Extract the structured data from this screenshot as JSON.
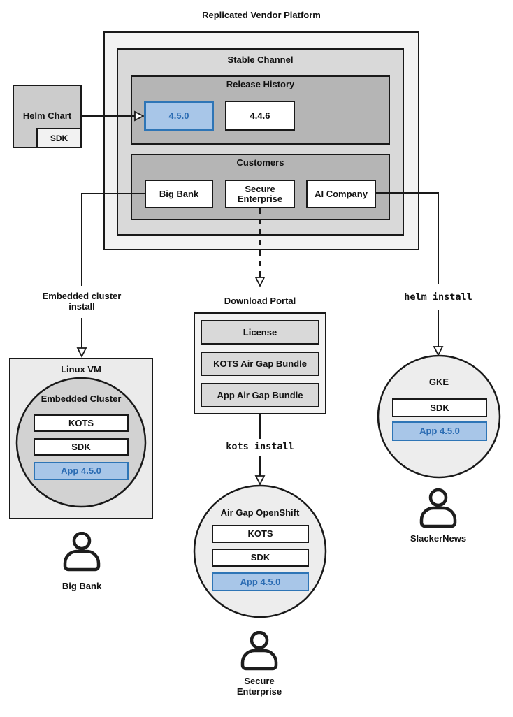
{
  "title": "Replicated Vendor Platform",
  "colors": {
    "accent_fill": "#a8c6e8",
    "accent_border": "#2e75b6",
    "accent_text": "#2b6cb3",
    "container_light": "#f2f2f2",
    "container_mid": "#d9d9d9",
    "container_dark": "#b5b5b5"
  },
  "platform": {
    "stable_channel_label": "Stable Channel",
    "release_history": {
      "label": "Release History",
      "releases": [
        {
          "version": "4.5.0",
          "highlight": true
        },
        {
          "version": "4.4.6",
          "highlight": false
        }
      ]
    },
    "customers": {
      "label": "Customers",
      "items": [
        {
          "name": "Big Bank"
        },
        {
          "name": "Secure Enterprise"
        },
        {
          "name": "AI Company"
        }
      ]
    }
  },
  "helm_chart": {
    "label": "Helm Chart",
    "sdk_label": "SDK"
  },
  "edges": {
    "embedded_install_label": "Embedded cluster install",
    "kots_install_label": "kots install",
    "helm_install_label": "helm install"
  },
  "download_portal": {
    "label": "Download Portal",
    "items": [
      {
        "name": "License"
      },
      {
        "name": "KOTS Air Gap Bundle"
      },
      {
        "name": "App Air Gap Bundle"
      }
    ]
  },
  "linux_vm": {
    "label": "Linux VM",
    "cluster": {
      "label": "Embedded Cluster",
      "components": [
        {
          "name": "KOTS",
          "highlight": false
        },
        {
          "name": "SDK",
          "highlight": false
        },
        {
          "name": "App 4.5.0",
          "highlight": true
        }
      ]
    }
  },
  "airgap_openshift": {
    "label": "Air Gap OpenShift",
    "components": [
      {
        "name": "KOTS",
        "highlight": false
      },
      {
        "name": "SDK",
        "highlight": false
      },
      {
        "name": "App 4.5.0",
        "highlight": true
      }
    ]
  },
  "gke": {
    "label": "GKE",
    "components": [
      {
        "name": "SDK",
        "highlight": false
      },
      {
        "name": "App 4.5.0",
        "highlight": true
      }
    ]
  },
  "users": [
    {
      "name": "Big Bank"
    },
    {
      "name": "Secure Enterprise"
    },
    {
      "name": "SlackerNews"
    }
  ]
}
